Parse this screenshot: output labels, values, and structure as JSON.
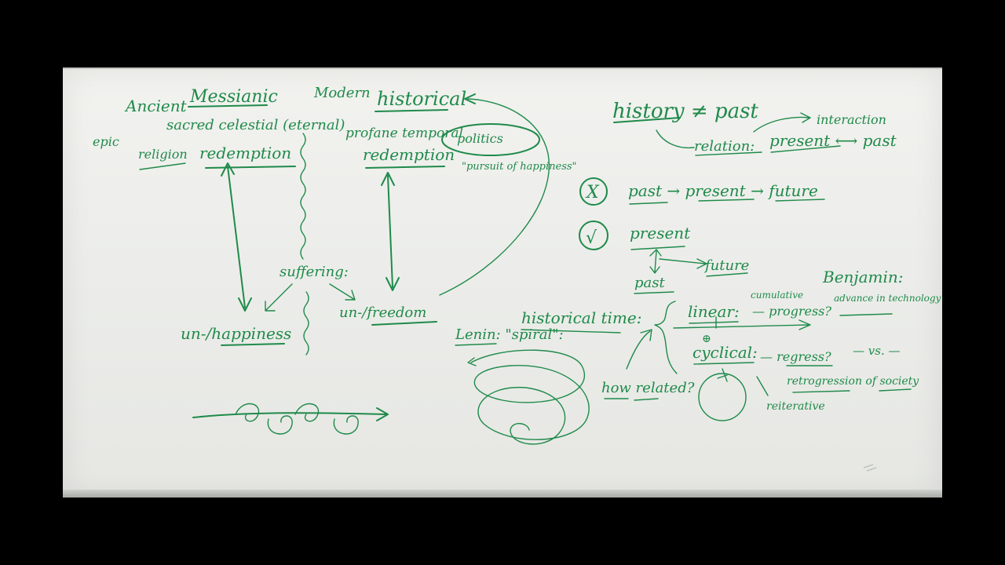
{
  "board": {
    "color_ink": "#1f8a4a",
    "labels": {
      "ancient": "Ancient",
      "messianic": "Messianic",
      "modern": "Modern",
      "historical": "historical",
      "sacred_celestial": "sacred celestial (eternal)",
      "profane_temporal": "profane temporal",
      "epic": "epic",
      "religion": "religion",
      "redemption_left": "redemption",
      "redemption_right": "redemption",
      "politics": "politics",
      "pursuit": "\"pursuit of happiness\"",
      "suffering": "suffering:",
      "unhappiness": "un-/happiness",
      "unfreedom": "un-/freedom",
      "history_ne_past": "history ≠ past",
      "interaction": "interaction",
      "relation": "relation:",
      "present_past": "present ⟷ past",
      "past_present_future": "past → present → future",
      "present": "present",
      "future": "future",
      "past": "past",
      "historical_time": "historical time:",
      "lenin_spiral": "Lenin: \"spiral\":",
      "linear": "linear:",
      "cumulative": "cumulative",
      "progress": "— progress?",
      "benjamin": "Benjamin:",
      "advance_tech": "advance in technology",
      "cyclical": "cyclical:",
      "regress": "— regress?",
      "vs": "— vs. —",
      "retrogression": "retrogression of society",
      "reiterative": "reiterative",
      "how_related": "how related?",
      "x_mark": "X",
      "check_mark": "√",
      "plus_mark": "⊕"
    }
  }
}
